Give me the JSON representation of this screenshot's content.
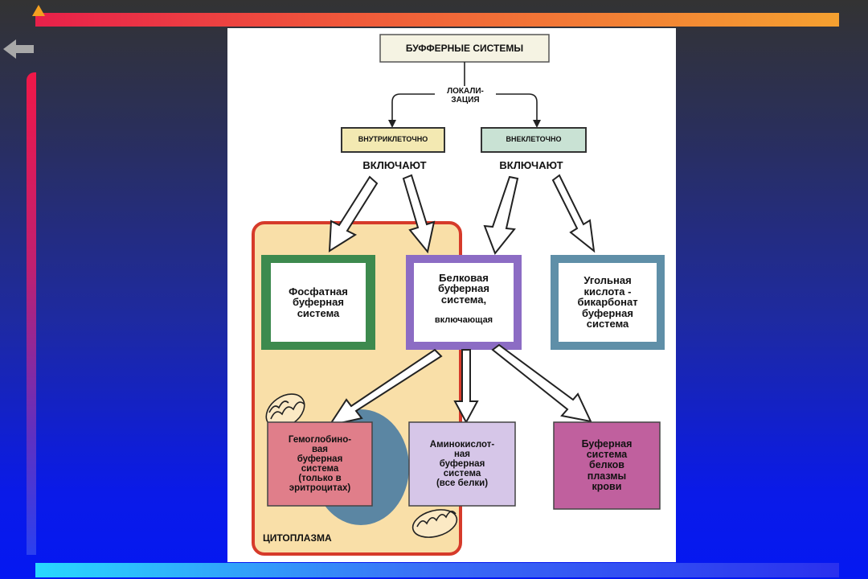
{
  "colors": {
    "top_bar": "#f05a3a",
    "bottom_bar": "#28d8ff",
    "cytoplasm_fill": "#f9dfa8",
    "cytoplasm_border": "#d63a2a",
    "intracellular_fill": "#f3e9b2",
    "extracellular_fill": "#c9e2d4",
    "phosphate_border": "#3d8a4e",
    "protein_border": "#8c6cc4",
    "carbonic_border": "#5f8fa8",
    "hemoglobin_fill": "#e07e8a",
    "aminoacid_fill": "#d6c6e8",
    "plasma_fill": "#c0609e",
    "cell_nucleus": "#5b86a3"
  },
  "navigation": {
    "back_icon": "left-arrow-icon"
  },
  "diagram": {
    "title": "БУФФЕРНЫЕ СИСТЕМЫ",
    "localization_label": "ЛОКАЛИ-\nЗАЦИЯ",
    "intracellular": "ВНУТРИКЛЕТОЧНО",
    "extracellular": "ВНЕКЛЕТОЧНО",
    "includes_left": "ВКЛЮЧАЮТ",
    "includes_right": "ВКЛЮЧАЮТ",
    "phosphate": "Фосфатная\nбуферная\nсистема",
    "protein_main": "Белковая\nбуферная\nсистема,",
    "protein_sub": "включающая",
    "carbonic": "Угольная\nкислота -\nбикарбонат\nбуферная\nсистема",
    "hemoglobin": "Гемоглобино-\nвая\nбуферная\nсистема\n(только в\nэритроцитах)",
    "aminoacid": "Аминокислот-\nная\nбуферная\nсистема\n(все белки)",
    "plasma": "Буферная\nсистема\nбелков\nплазмы\nкрови",
    "cytoplasm": "ЦИТОПЛАЗМА"
  }
}
